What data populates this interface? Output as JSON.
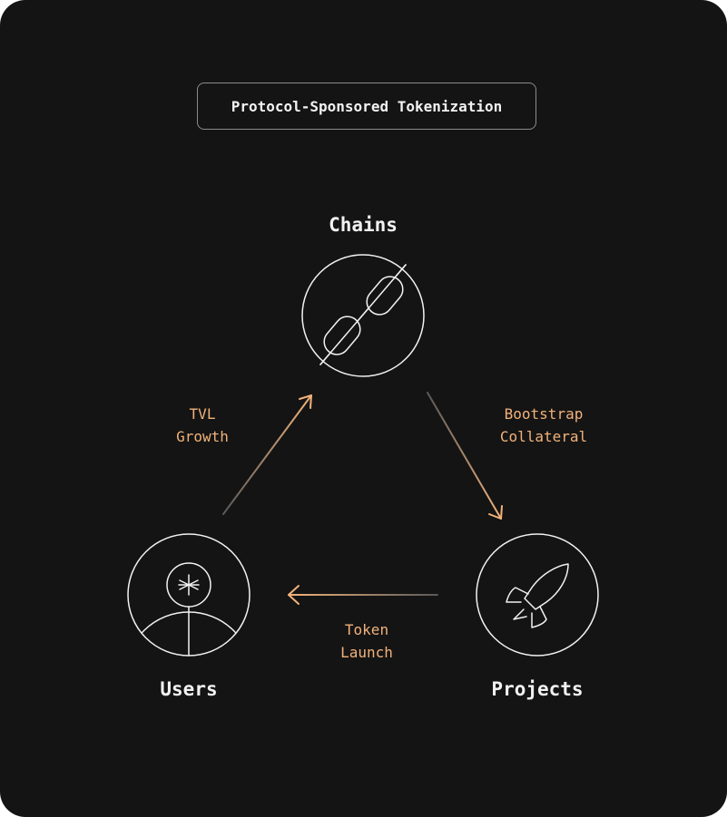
{
  "title": "Protocol-Sponsored Tokenization",
  "nodes": {
    "chains": {
      "label": "Chains",
      "icon": "chain-link-icon"
    },
    "projects": {
      "label": "Projects",
      "icon": "rocket-icon"
    },
    "users": {
      "label": "Users",
      "icon": "user-icon"
    }
  },
  "edges": {
    "users_to_chains": {
      "line1": "TVL",
      "line2": "Growth"
    },
    "chains_to_projects": {
      "line1": "Bootstrap",
      "line2": "Collateral"
    },
    "projects_to_users": {
      "line1": "Token",
      "line2": "Launch"
    }
  },
  "colors": {
    "background": "#141414",
    "foreground": "#f2f2f2",
    "accent": "#f2b27a"
  }
}
